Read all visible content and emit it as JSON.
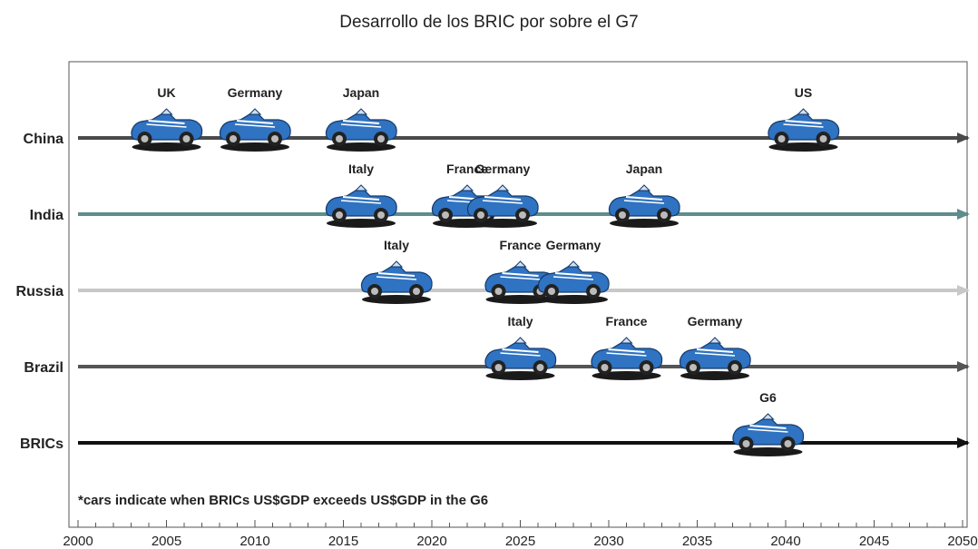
{
  "chart_data": {
    "type": "timeline",
    "title": "Desarrollo de los BRIC por sobre el G7",
    "xlim": [
      2000,
      2050
    ],
    "x_ticks": [
      2000,
      2005,
      2010,
      2015,
      2020,
      2025,
      2030,
      2035,
      2040,
      2045,
      2050
    ],
    "note": "*cars indicate when BRICs US$GDP exceeds US$GDP in the G6",
    "rows": [
      {
        "name": "China",
        "line_color": "#4a4a4a",
        "events": [
          {
            "label": "UK",
            "year": 2005
          },
          {
            "label": "Germany",
            "year": 2010
          },
          {
            "label": "Japan",
            "year": 2016
          },
          {
            "label": "US",
            "year": 2041
          }
        ]
      },
      {
        "name": "India",
        "line_color": "#5f8c8c",
        "events": [
          {
            "label": "Italy",
            "year": 2016
          },
          {
            "label": "France",
            "year": 2022
          },
          {
            "label": "Germany",
            "year": 2024
          },
          {
            "label": "Japan",
            "year": 2032
          }
        ]
      },
      {
        "name": "Russia",
        "line_color": "#c8c8c8",
        "events": [
          {
            "label": "Italy",
            "year": 2018
          },
          {
            "label": "France",
            "year": 2025
          },
          {
            "label": "Germany",
            "year": 2028
          }
        ]
      },
      {
        "name": "Brazil",
        "line_color": "#555555",
        "events": [
          {
            "label": "Italy",
            "year": 2025
          },
          {
            "label": "France",
            "year": 2031
          },
          {
            "label": "Germany",
            "year": 2036
          }
        ]
      },
      {
        "name": "BRICs",
        "line_color": "#111111",
        "events": [
          {
            "label": "G6",
            "year": 2039
          }
        ]
      }
    ]
  }
}
